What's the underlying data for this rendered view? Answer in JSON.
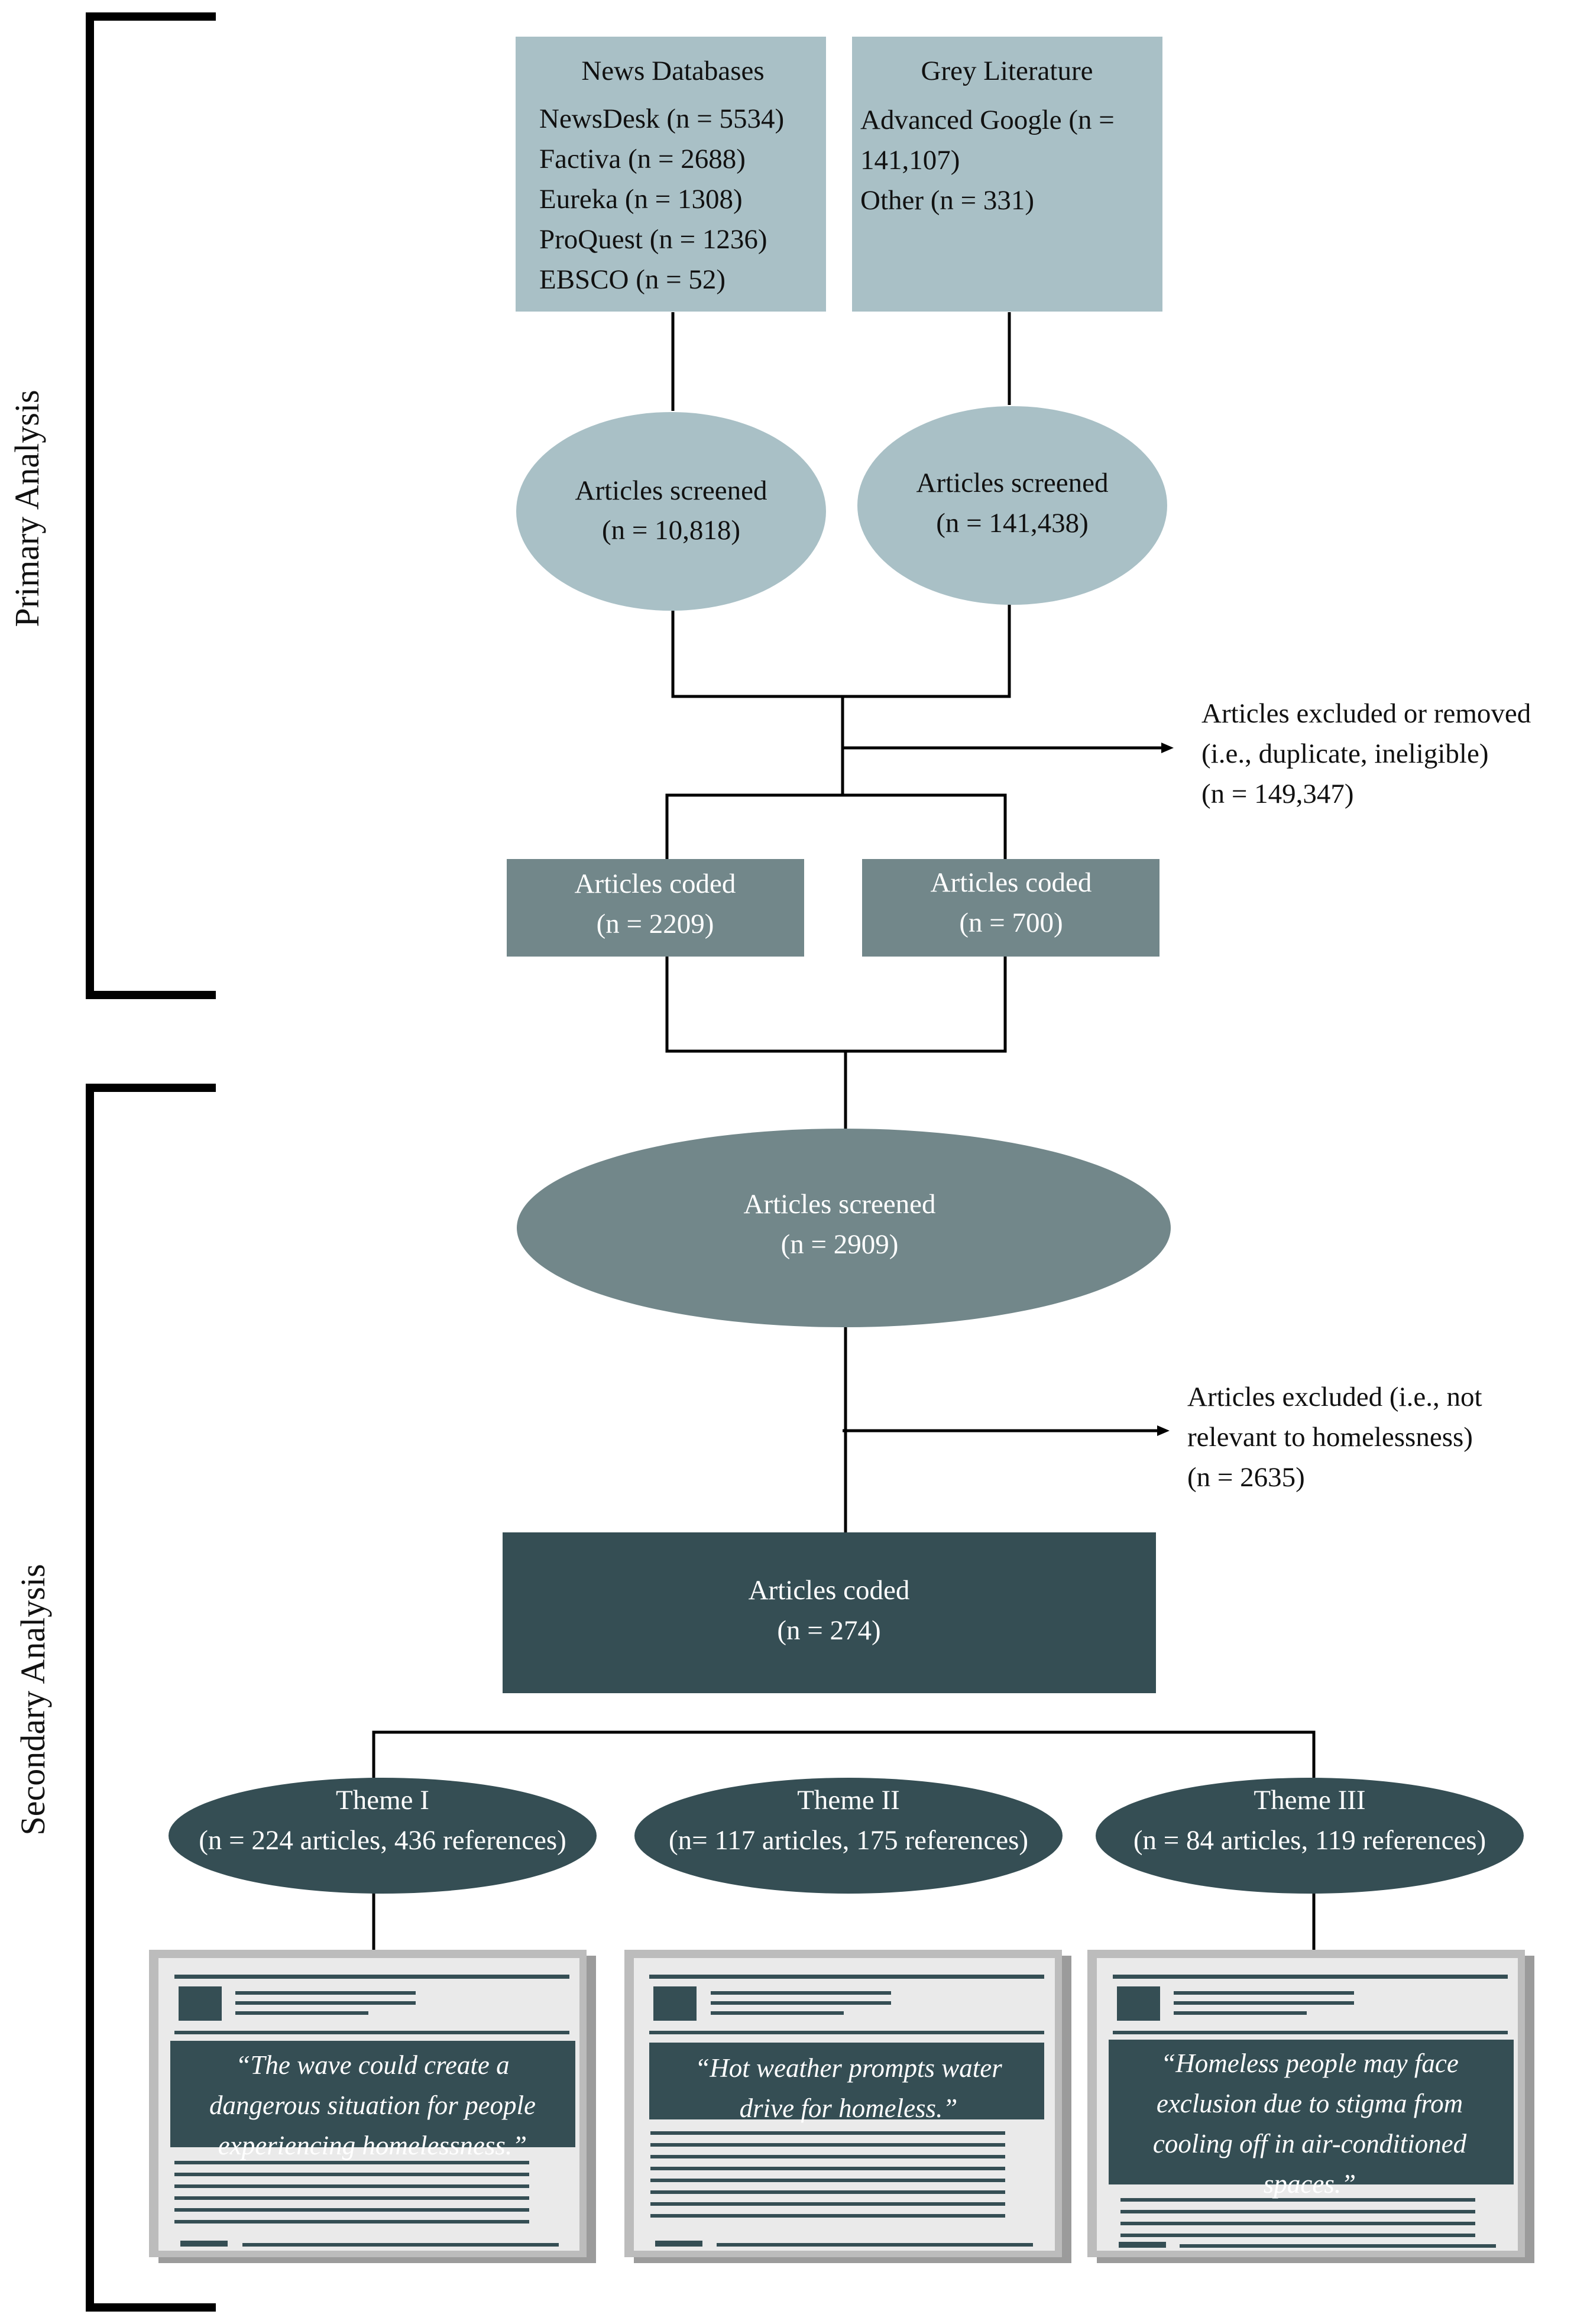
{
  "colors": {
    "light_fill": "#a9c0c6",
    "medium_fill": "#72878a",
    "dark_fill": "#354e54",
    "line": "#000000",
    "text_dark": "#111111",
    "text_light": "#ffffff"
  },
  "sections": {
    "primary": "Primary Analysis",
    "secondary": "Secondary Analysis"
  },
  "sources": {
    "news": {
      "title": "News Databases",
      "items": [
        "NewsDesk (n = 5534)",
        "Factiva (n = 2688)",
        "Eureka (n = 1308)",
        "ProQuest (n = 1236)",
        "EBSCO (n = 52)"
      ]
    },
    "grey": {
      "title": "Grey Literature",
      "items": [
        "Advanced Google (n =",
        "141,107)",
        "Other (n = 331)"
      ]
    }
  },
  "screened_news": {
    "label": "Articles screened",
    "count": "(n = 10,818)"
  },
  "screened_grey": {
    "label": "Articles screened",
    "count": "(n = 141,438)"
  },
  "excluded_primary": {
    "lines": [
      "Articles excluded or removed",
      "(i.e., duplicate, ineligible)",
      "(n = 149,347)"
    ]
  },
  "coded_news": {
    "label": "Articles coded",
    "count": "(n = 2209)"
  },
  "coded_grey": {
    "label": "Articles coded",
    "count": "(n = 700)"
  },
  "screened_secondary": {
    "label": "Articles screened",
    "count": "(n = 2909)"
  },
  "excluded_secondary": {
    "lines": [
      "Articles excluded (i.e., not",
      "relevant to homelessness)",
      "(n = 2635)"
    ]
  },
  "coded_final": {
    "label": "Articles coded",
    "count": "(n = 274)"
  },
  "themes": [
    {
      "name": "Theme I",
      "count": "(n = 224 articles, 436 references)",
      "quote": [
        "“The wave could create a",
        "dangerous situation for people",
        "experiencing homelessness.”"
      ]
    },
    {
      "name": "Theme II",
      "count": "(n= 117 articles, 175 references)",
      "quote": [
        "“Hot weather prompts water",
        "drive for homeless.”"
      ]
    },
    {
      "name": "Theme III",
      "count": "(n = 84 articles, 119 references)",
      "quote": [
        "“Homeless people may face",
        "exclusion due to stigma from",
        "cooling off in air-conditioned",
        "spaces.”"
      ]
    }
  ]
}
